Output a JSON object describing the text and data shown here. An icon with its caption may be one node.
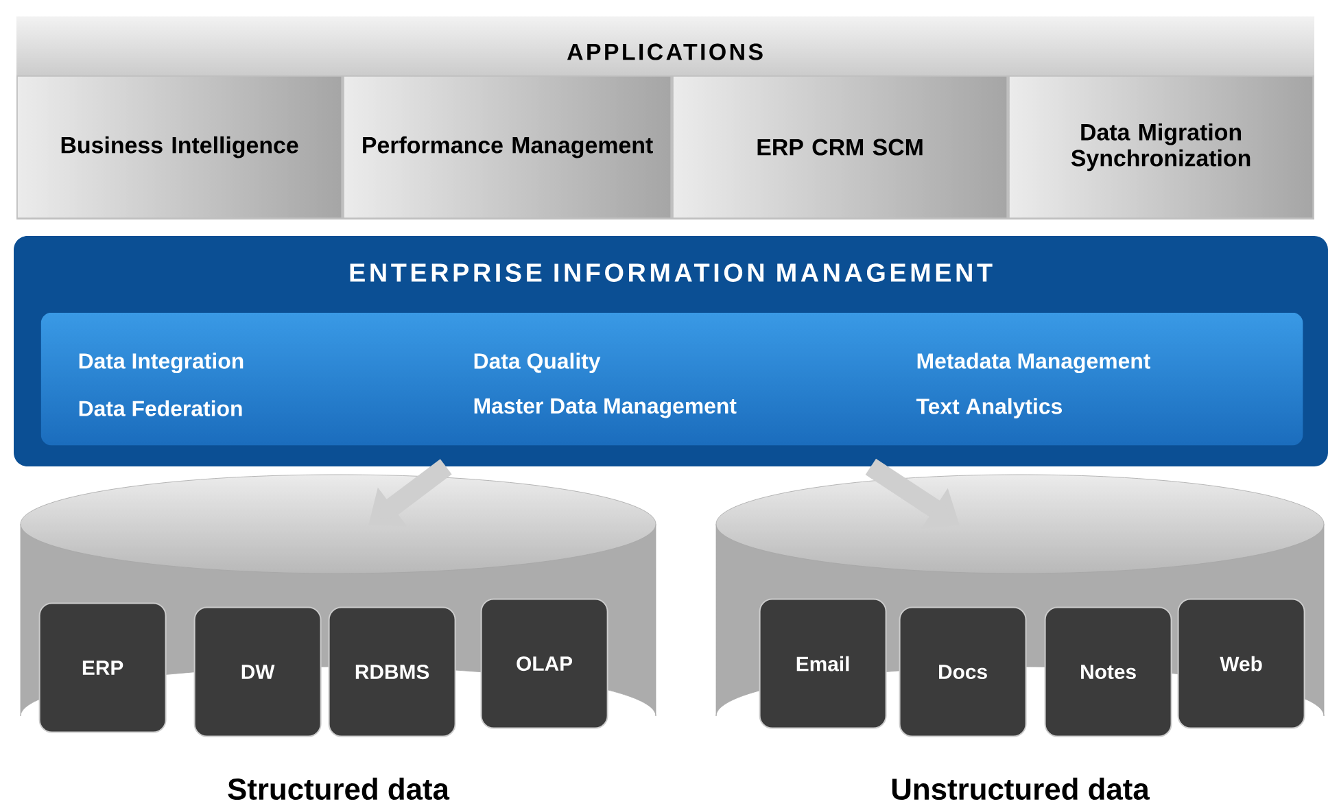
{
  "diagram": {
    "nodes": [
      {
        "text": [
          "APPLICATIONS"
        ]
      },
      {
        "text": [
          "Business Intelligence"
        ],
        "in": 0
      },
      {
        "text": [
          "Performance Management"
        ],
        "in": 0
      },
      {
        "text": [
          "ERP CRM SCM"
        ],
        "in": 0
      },
      {
        "text": [
          "Data Migration Synchronization"
        ],
        "in": 0
      },
      {
        "text": [
          "ENTERPRISE INFORMATION MANAGEMENT"
        ]
      },
      {
        "text": [
          "Data Integration",
          "Data Quality",
          "Metadata Management",
          "Data Federation",
          "Master Data Management",
          "Text Analytics"
        ],
        "in": 5
      },
      {
        "text": [],
        "shape": "cylinder",
        "beside": [
          "Structured data"
        ]
      },
      {
        "text": [
          "ERP"
        ],
        "in": 7
      },
      {
        "text": [
          "DW"
        ],
        "in": 7
      },
      {
        "text": [
          "RDBMS"
        ],
        "in": 7
      },
      {
        "text": [
          "OLAP"
        ],
        "in": 7
      },
      {
        "text": [],
        "shape": "cylinder",
        "beside": [
          "Unstructured data"
        ]
      },
      {
        "text": [
          "Email"
        ],
        "in": 12
      },
      {
        "text": [
          "Docs"
        ],
        "in": 12
      },
      {
        "text": [
          "Notes"
        ],
        "in": 12
      },
      {
        "text": [
          "Web"
        ],
        "in": 12
      }
    ],
    "edges": [
      {
        "from": 5,
        "to": 7,
        "arrow": "to"
      },
      {
        "from": 5,
        "to": 12,
        "arrow": "to"
      }
    ]
  }
}
